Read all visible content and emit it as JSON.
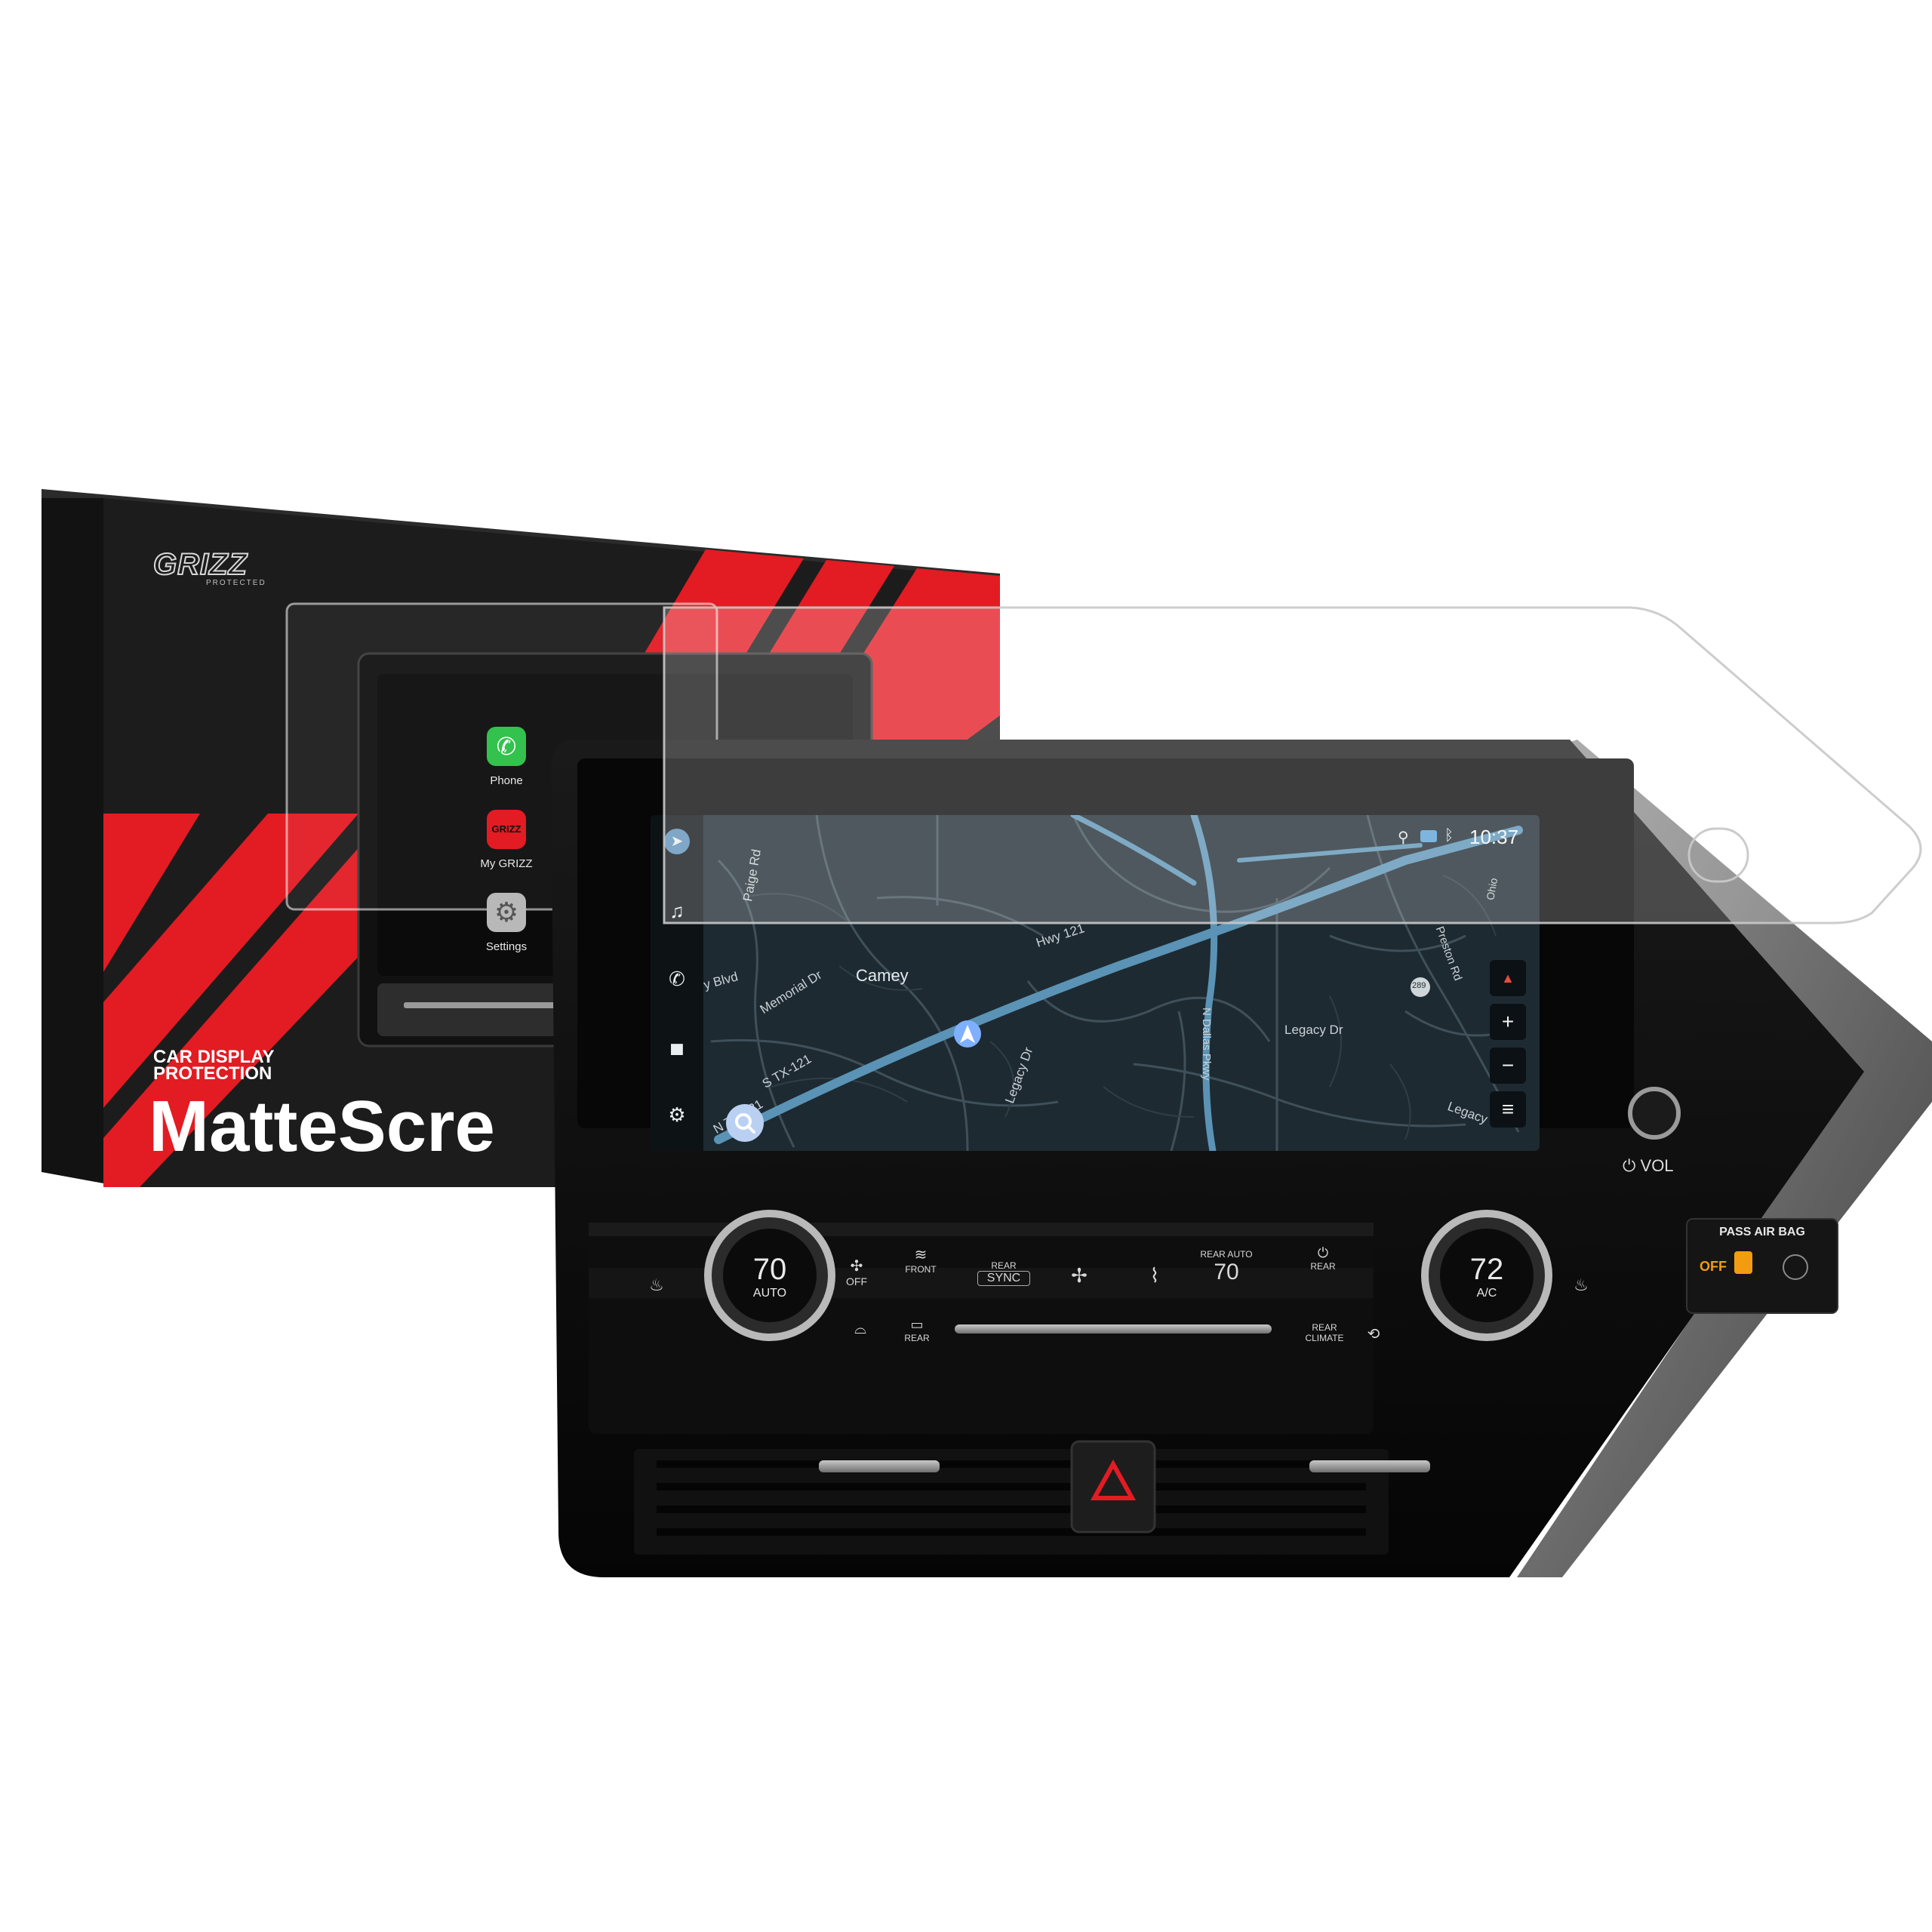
{
  "box": {
    "brand": "GRIZZ",
    "brand_sub": "PROTECTED",
    "tagline_line1": "CAR DISPLAY",
    "tagline_line2": "PROTECTION",
    "product_name": "MatteScre",
    "apps": [
      {
        "label": "Phone",
        "icon": "phone-icon"
      },
      {
        "label": "My GRIZZ",
        "icon": "grizz-app-icon"
      },
      {
        "label": "Settings",
        "icon": "settings-gear-icon"
      }
    ]
  },
  "screen": {
    "time": "10:37",
    "status_icons": [
      "location-icon",
      "connected-services-icon",
      "bluetooth-icon"
    ],
    "sidebar": [
      {
        "name": "navigation-arrow-icon",
        "glyph": "➤"
      },
      {
        "name": "music-note-icon",
        "glyph": "♫"
      },
      {
        "name": "phone-icon",
        "glyph": "✆"
      },
      {
        "name": "car-icon",
        "glyph": "▅"
      },
      {
        "name": "settings-gear-icon",
        "glyph": "⚙"
      }
    ],
    "map_controls": [
      {
        "name": "compass-icon",
        "glyph": "▲"
      },
      {
        "name": "zoom-in-icon",
        "glyph": "+"
      },
      {
        "name": "zoom-out-icon",
        "glyph": "−"
      },
      {
        "name": "menu-icon",
        "glyph": "≡"
      }
    ],
    "map_labels": {
      "city": "Camey",
      "hwy121": "Hwy 121",
      "memorial": "Memorial Dr",
      "paige": "Paige Rd",
      "sty": "S TX-121",
      "nty": "N TX-121",
      "legacy": "Legacy Dr",
      "legacy2": "Legacy Dr",
      "legacy3": "Legacy",
      "dallas": "N Dallas Pkwy",
      "preston": "Preston Rd",
      "ohio": "Ohio",
      "shield": "289",
      "blvd": "y Blvd"
    }
  },
  "unit": {
    "vol_label": "⏻ VOL",
    "airbag_title": "PASS AIR BAG",
    "airbag_status": "OFF",
    "left_temp": "70",
    "left_mode": "AUTO",
    "right_temp": "72",
    "right_mode": "A/C",
    "rear_temp": "70",
    "rear_auto_label": "REAR AUTO",
    "buttons": {
      "fan_off": "OFF",
      "front": "FRONT",
      "rear_sync_top": "REAR",
      "rear_sync": "SYNC",
      "rear_defog": "REAR",
      "rear_power": "REAR",
      "rear_climate_top": "REAR",
      "rear_climate": "CLIMATE"
    },
    "colors": {
      "brand_red": "#e31b23",
      "screen_bg": "#1e2a31",
      "road": "#5a93b5",
      "airbag_orange": "#f39c12"
    }
  }
}
